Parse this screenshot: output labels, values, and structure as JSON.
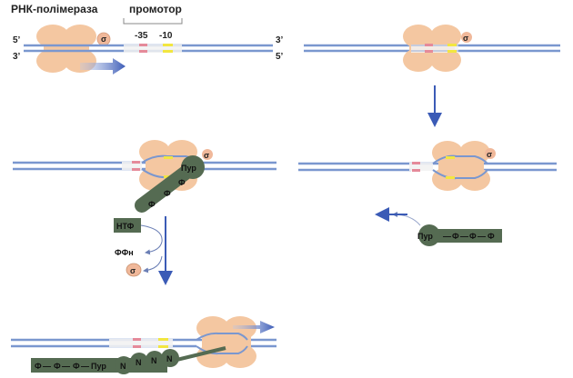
{
  "labels": {
    "rna_polymerase": "РНК-полімераза",
    "promoter": "промотор",
    "minus35": "-35",
    "minus10": "-10",
    "five_prime": "5’",
    "three_prime": "3’",
    "sigma": "σ",
    "ntf": "НТФ",
    "ffn": "ФФн",
    "pur": "Пур",
    "phi": "Ф",
    "n": "N"
  },
  "colors": {
    "dna": "#7a97cf",
    "enzyme": "#f4c7a1",
    "enzyme_dark": "#e0a77c",
    "rna": "#556b52",
    "rna_dark": "#3f523d",
    "arrow": "#3b5bb6",
    "box35": "#e58a9a",
    "box10": "#f2e640"
  }
}
